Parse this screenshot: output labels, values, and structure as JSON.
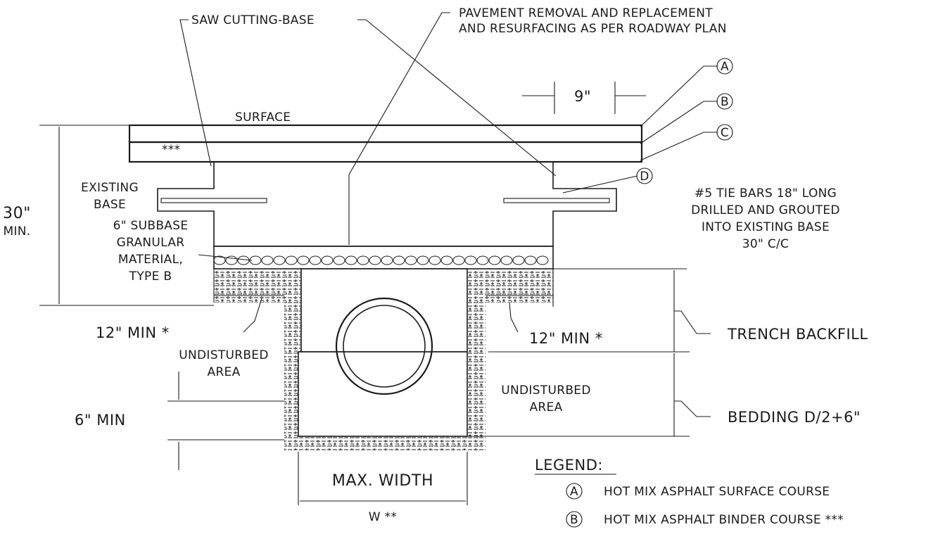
{
  "labels": {
    "saw_cutting": "SAW CUTTING-BASE",
    "pavement_line1": "PAVEMENT REMOVAL AND REPLACEMENT",
    "pavement_line2": "AND RESURFACING AS PER ROADWAY PLAN",
    "nine_in": "9\"",
    "surface": "SURFACE",
    "stars3": "***",
    "existing_base_line1": "EXISTING",
    "existing_base_line2": "BASE",
    "thirty_min_line1": "30\"",
    "thirty_min_line2": "MIN.",
    "subbase_line1": "6\" SUBBASE",
    "subbase_line2": "GRANULAR",
    "subbase_line3": "MATERIAL,",
    "subbase_line4": "TYPE B",
    "tie_bars_line1": "#5 TIE BARS 18\" LONG",
    "tie_bars_line2": "DRILLED AND GROUTED",
    "tie_bars_line3": "INTO EXISTING BASE",
    "tie_bars_line4": "30\" C/C",
    "twelve_min_left": "12\" MIN *",
    "twelve_min_right": "12\" MIN *",
    "undisturbed_left_line1": "UNDISTURBED",
    "undisturbed_left_line2": "AREA",
    "undisturbed_right_line1": "UNDISTURBED",
    "undisturbed_right_line2": "AREA",
    "trench_backfill": "TRENCH BACKFILL",
    "bedding": "BEDDING D/2+6\"",
    "six_min": "6\" MIN",
    "max_width": "MAX. WIDTH",
    "w_stars": "W **"
  },
  "callouts": [
    "A",
    "B",
    "C",
    "D"
  ],
  "legend": {
    "title": "LEGEND:",
    "items": [
      {
        "key": "A",
        "text": "HOT MIX ASPHALT SURFACE COURSE"
      },
      {
        "key": "B",
        "text": "HOT MIX ASPHALT BINDER COURSE ***"
      }
    ]
  }
}
